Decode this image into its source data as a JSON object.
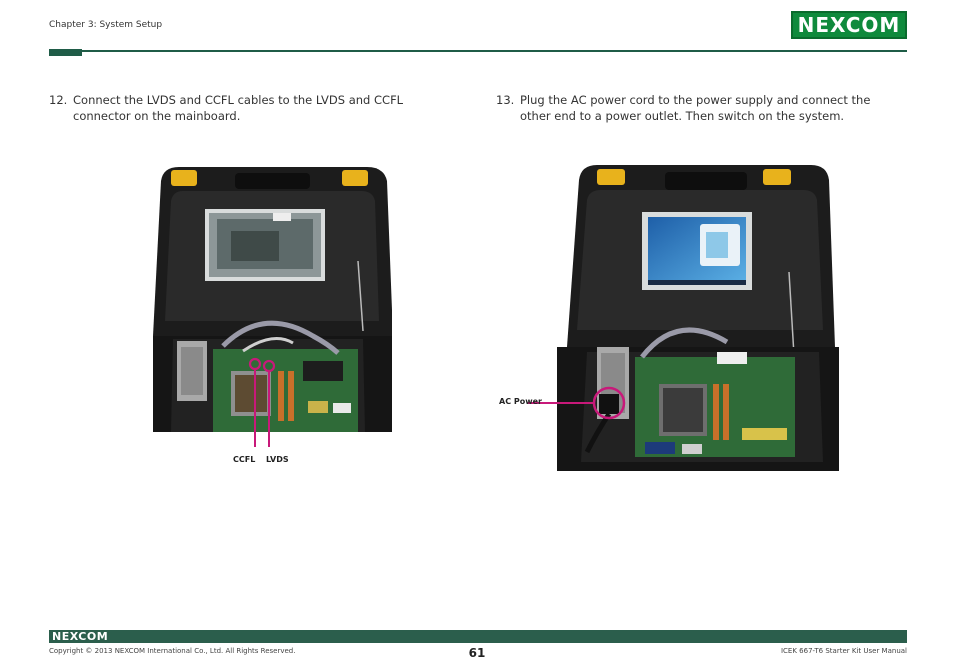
{
  "header": {
    "chapter": "Chapter 3: System Setup",
    "brand": "NEXCOM"
  },
  "steps": [
    {
      "number": "12.",
      "text": "Connect the LVDS and CCFL cables to the LVDS and CCFL connector on the mainboard."
    },
    {
      "number": "13.",
      "text": "Plug the AC power cord to the power supply and connect the other end to a power outlet. Then switch on the system."
    }
  ],
  "callouts": {
    "ccfl": "CCFL",
    "lvds": "LVDS",
    "ac_power": "AC Power"
  },
  "colors": {
    "brand_green": "#0f8a3c",
    "bar_green": "#2b5e4c",
    "callout_magenta": "#c8197a"
  },
  "footer": {
    "brand": "NEXCOM",
    "copyright": "Copyright © 2013 NEXCOM International Co., Ltd. All Rights Reserved.",
    "page": "61",
    "manual": "ICEK 667-T6 Starter Kit User Manual"
  }
}
